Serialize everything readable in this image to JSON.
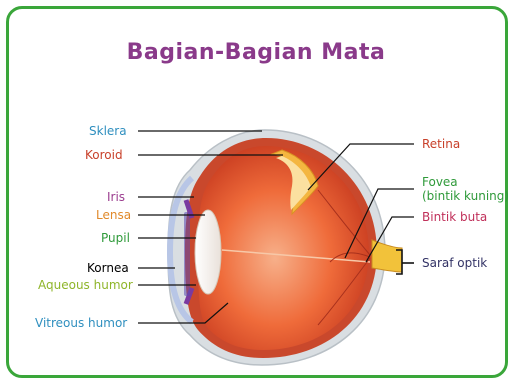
{
  "title": "Bagian-Bagian Mata",
  "labels": {
    "sklera": "Sklera",
    "koroid": "Koroid",
    "iris": "Iris",
    "lensa": "Lensa",
    "pupil": "Pupil",
    "kornea": "Kornea",
    "aqueous": "Aqueous humor",
    "vitreous": "Vitreous humor",
    "retina": "Retina",
    "fovea_1": "Fovea",
    "fovea_2": "(bintik kuning)",
    "bintik_buta": "Bintik buta",
    "saraf_optik": "Saraf optik"
  },
  "colors": {
    "sklera": "#2f8fbf",
    "koroid": "#c8402a",
    "iris": "#9b3d8f",
    "lensa": "#e0892a",
    "pupil": "#2f9a3a",
    "kornea": "#000000",
    "aqueous": "#8fb52a",
    "vitreous": "#2f8fbf",
    "retina": "#c8402a",
    "fovea": "#2f9a3a",
    "bintik_buta": "#c0305a",
    "saraf_optik": "#333366",
    "title": "#8a3a8a",
    "border": "#3aa63a"
  }
}
